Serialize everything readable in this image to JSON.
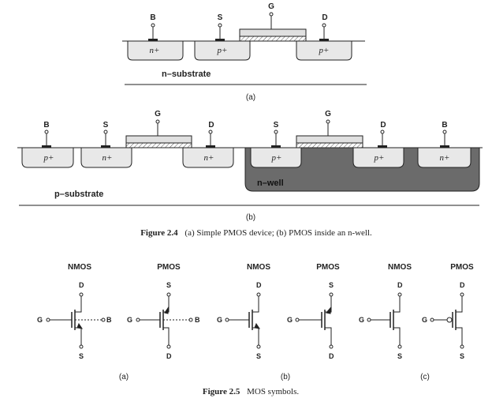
{
  "fig24": {
    "a": {
      "terminals": [
        "B",
        "S",
        "G",
        "D"
      ],
      "regions": [
        "n+",
        "p+",
        "p+"
      ],
      "substrate": "n–substrate",
      "label": "(a)"
    },
    "b": {
      "terminals_left": [
        "B",
        "S",
        "G",
        "D"
      ],
      "terminals_right": [
        "S",
        "G",
        "D",
        "B"
      ],
      "regions_left": [
        "p+",
        "n+",
        "n+"
      ],
      "regions_right": [
        "p+",
        "p+",
        "n+"
      ],
      "well": "n–well",
      "substrate": "p–substrate",
      "label": "(b)"
    },
    "caption_bold": "Figure 2.4",
    "caption_text": "(a) Simple PMOS device; (b) PMOS inside an n-well."
  },
  "fig25": {
    "symbols": [
      {
        "title": "NMOS",
        "top": "D",
        "bottom": "S",
        "gate": "G",
        "bulk": "B"
      },
      {
        "title": "PMOS",
        "top": "S",
        "bottom": "D",
        "gate": "G",
        "bulk": "B"
      },
      {
        "title": "NMOS",
        "top": "D",
        "bottom": "S",
        "gate": "G"
      },
      {
        "title": "PMOS",
        "top": "S",
        "bottom": "D",
        "gate": "G"
      },
      {
        "title": "NMOS",
        "top": "D",
        "bottom": "S",
        "gate": "G"
      },
      {
        "title": "PMOS",
        "top": "D",
        "bottom": "S",
        "gate": "G"
      }
    ],
    "group_labels": [
      "(a)",
      "(b)",
      "(c)"
    ],
    "caption_bold": "Figure 2.5",
    "caption_text": "MOS symbols."
  },
  "colors": {
    "well": "#6b6b6b",
    "region": "#e8e8e8",
    "line": "#222222"
  }
}
